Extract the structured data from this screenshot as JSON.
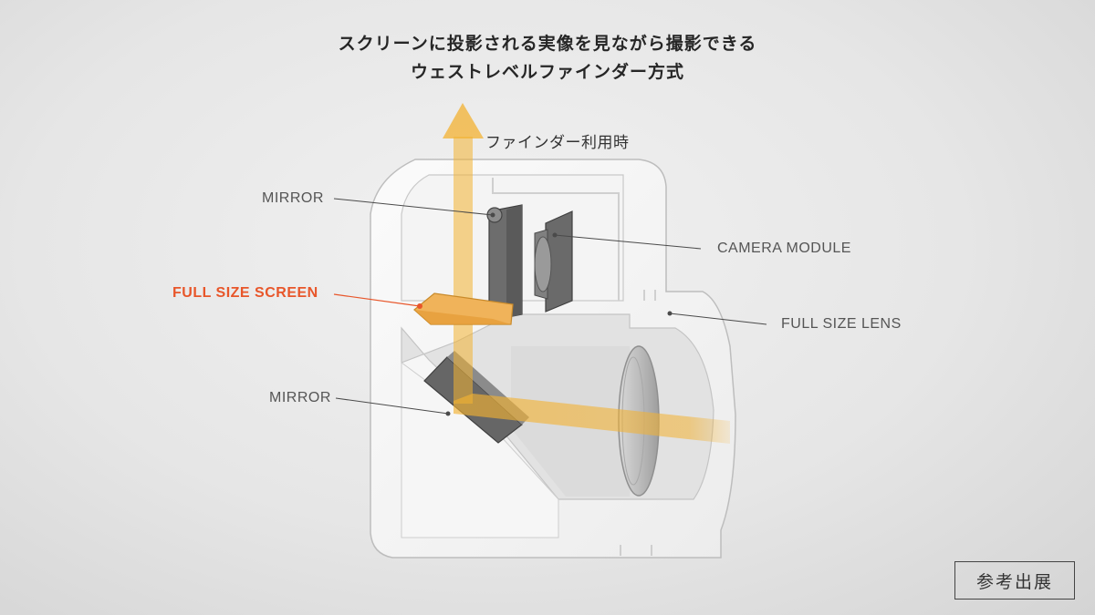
{
  "title": {
    "line1": "スクリーンに投影される実像を見ながら撮影できる",
    "line2": "ウェストレベルファインダー方式"
  },
  "labels": {
    "finder_use": "ファインダー利用時",
    "mirror_top": "MIRROR",
    "camera_module": "CAMERA MODULE",
    "full_size_screen": "FULL SIZE SCREEN",
    "full_size_lens": "FULL SIZE LENS",
    "mirror_bottom": "MIRROR"
  },
  "badge": "参考出展",
  "colors": {
    "accent": "#e8562a",
    "light_path": "#f3b232",
    "screen": "#f0b35a",
    "parts": "#555555"
  }
}
